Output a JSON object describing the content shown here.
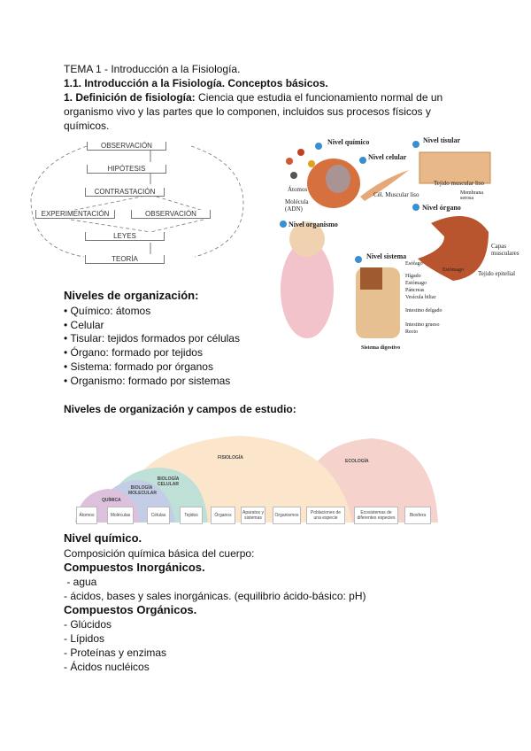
{
  "header": {
    "topic": "TEMA 1 - Introducción a la Fisiología.",
    "section": "1.1. Introducción a la Fisiología. Conceptos básicos.",
    "def_label": "1. Definición de fisiología:",
    "def_text1": " Ciencia que estudia el funcionamiento normal de un",
    "def_text2": "organismo vivo y las partes que lo componen, incluidos sus procesos físicos y",
    "def_text3": "químicos."
  },
  "method_diagram": {
    "steps": [
      "OBSERVACIÓN",
      "HIPÓTESIS",
      "CONTRASTACIÓN",
      "EXPERIMENTACIÓN",
      "OBSERVACIÓN",
      "LEYES",
      "TEORÍA"
    ]
  },
  "levels_image": {
    "labels": {
      "quimico": "Nivel químico",
      "celular": "Nivel celular",
      "tisular": "Nivel tisular",
      "organo": "Nivel órgano",
      "sistema": "Nivel sistema",
      "organismo": "Nivel organismo",
      "atomos": "Átomos",
      "molecula": "Molécula (ADN)",
      "cel": "Cél. Muscular liso",
      "tejido": "Tejido muscular liso",
      "membrana": "Membrana serosa",
      "capas": "Capas musculares",
      "estomago": "Estómago",
      "epitelial": "Tejido epitelial",
      "sist_dig": "Sistema digestivo"
    },
    "organs": [
      "Esófago",
      "Hígado",
      "Estómago",
      "Páncreas",
      "Vesícula biliar",
      "Intestino delgado",
      "Intestino grueso",
      "Recto"
    ]
  },
  "niveles": {
    "heading": "Niveles de organización:",
    "items": [
      "• Químico: átomos",
      "• Celular",
      "• Tisular: tejidos formados por células",
      "• Órgano: formado por tejidos",
      "• Sistema: formado por órganos",
      "• Organismo: formado por sistemas"
    ]
  },
  "campos": {
    "heading": "Niveles de organización y campos de estudio:",
    "fields": {
      "quimica": "QUÍMICA",
      "molecular": "BIOLOGÍA MOLECULAR",
      "celular": "BIOLOGÍA CELULAR",
      "fisiologia": "FISIOLOGÍA",
      "ecologia": "ECOLOGÍA"
    },
    "chain": [
      "Átomos",
      "Moléculas",
      "Células",
      "Tejidos",
      "Órganos",
      "Aparatos y sistemas",
      "Organismos",
      "Poblaciones de una especie",
      "Ecosistemas de diferentes especies",
      "Biosfera"
    ],
    "colors": {
      "quimica": "#dcc0dc",
      "molecular": "#c3cde6",
      "celular": "#bfe0d6",
      "fisiologia": "#fbe6cc",
      "ecologia": "#f5d3cc"
    }
  },
  "quimico": {
    "heading": "Nivel químico.",
    "intro": "Composición química básica del cuerpo:",
    "inorg_heading": "Compuestos Inorgánicos.",
    "inorg": [
      " - agua",
      "- ácidos, bases y sales inorgánicas. (equilibrio ácido-básico: pH)"
    ],
    "org_heading": "Compuestos Orgánicos.",
    "org": [
      "- Glúcidos",
      "- Lípidos",
      "- Proteínas y enzimas",
      "- Ácidos nucléicos"
    ]
  }
}
